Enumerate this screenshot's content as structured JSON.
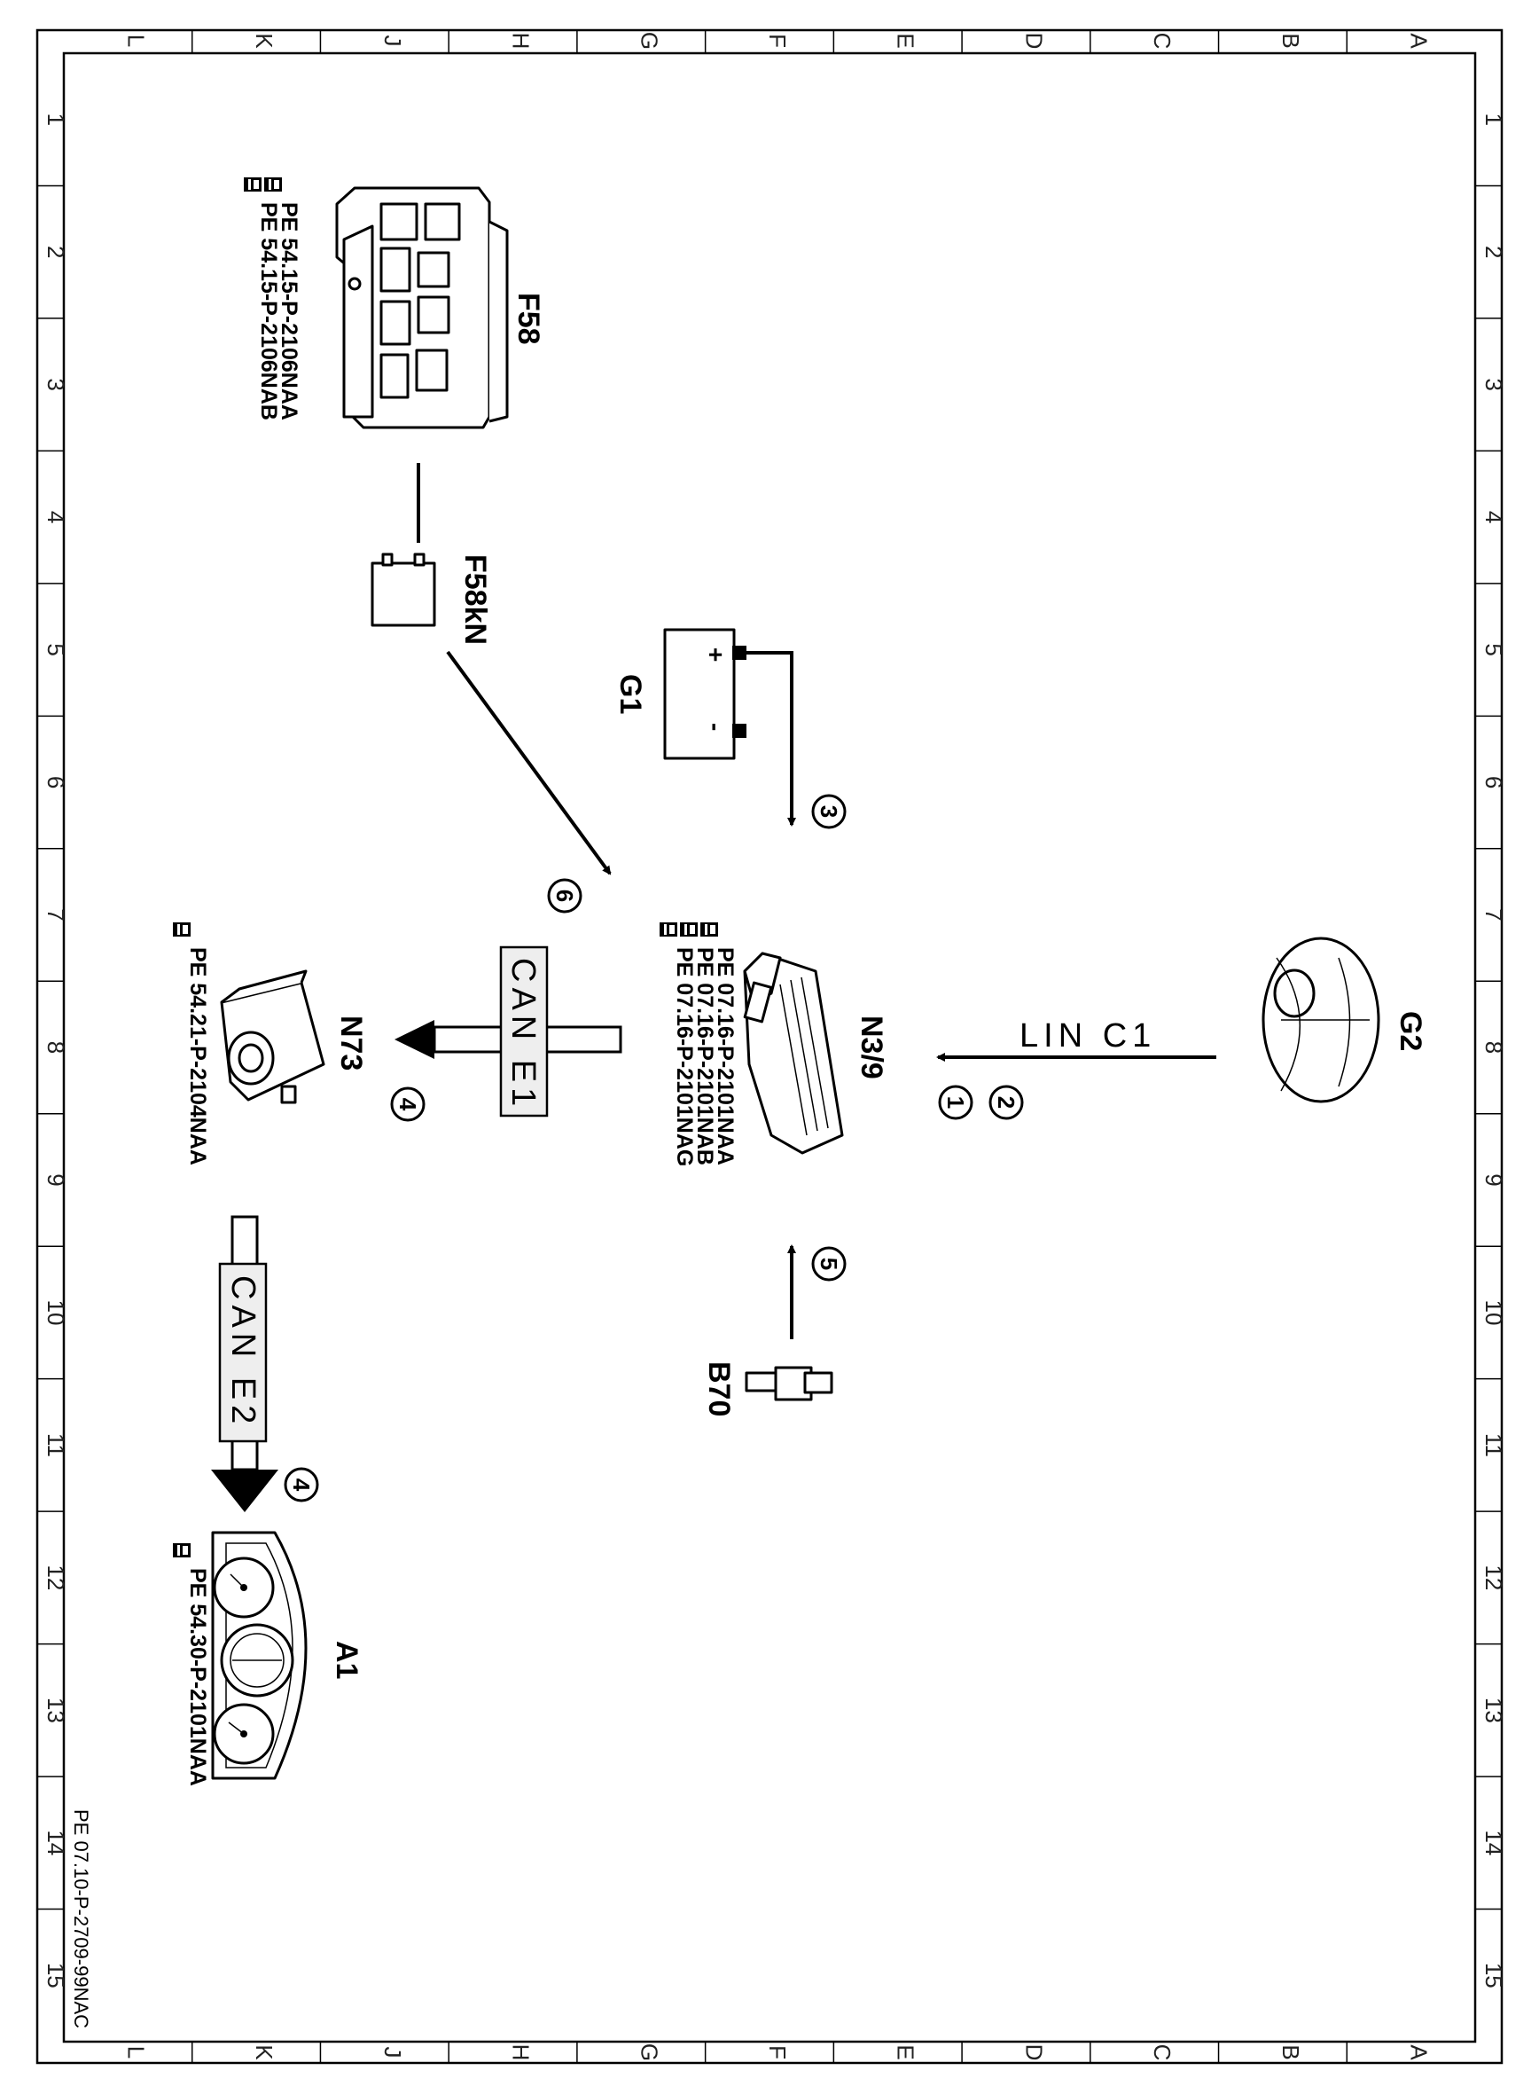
{
  "grid": {
    "letters": [
      "L",
      "K",
      "J",
      "H",
      "G",
      "F",
      "E",
      "D",
      "C",
      "B",
      "A"
    ],
    "numbers": [
      "1",
      "2",
      "3",
      "4",
      "5",
      "6",
      "7",
      "8",
      "9",
      "10",
      "11",
      "12",
      "13",
      "14",
      "15"
    ]
  },
  "drawing_number": "PE 07.10-P-2709-99NAC",
  "components": {
    "f58": {
      "label": "F58",
      "refs": [
        "PE 54.15-P-2106NAA",
        "PE 54.15-P-2106NAB"
      ]
    },
    "f58kn": {
      "label": "F58kN"
    },
    "g1": {
      "label": "G1",
      "plus": "+",
      "minus": "-"
    },
    "n39": {
      "label": "N3/9",
      "refs": [
        "PE 07.16-P-2101NAA",
        "PE 07.16-P-2101NAB",
        "PE 07.16-P-2101NAG"
      ]
    },
    "g2": {
      "label": "G2"
    },
    "n73": {
      "label": "N73",
      "refs": [
        "PE 54.21-P-2104NAA"
      ]
    },
    "b70": {
      "label": "B70"
    },
    "a1": {
      "label": "A1",
      "refs": [
        "PE 54.30-P-2101NAA"
      ]
    }
  },
  "connections": {
    "lin": "LIN  C1",
    "can_e1": "CAN  E1",
    "can_e2": "CAN  E2"
  },
  "markers": {
    "m1": "1",
    "m2": "2",
    "m3": "3",
    "m4a": "4",
    "m4b": "4",
    "m5": "5",
    "m6": "6"
  },
  "icons": {
    "reference": "pointing-hand-icon"
  }
}
